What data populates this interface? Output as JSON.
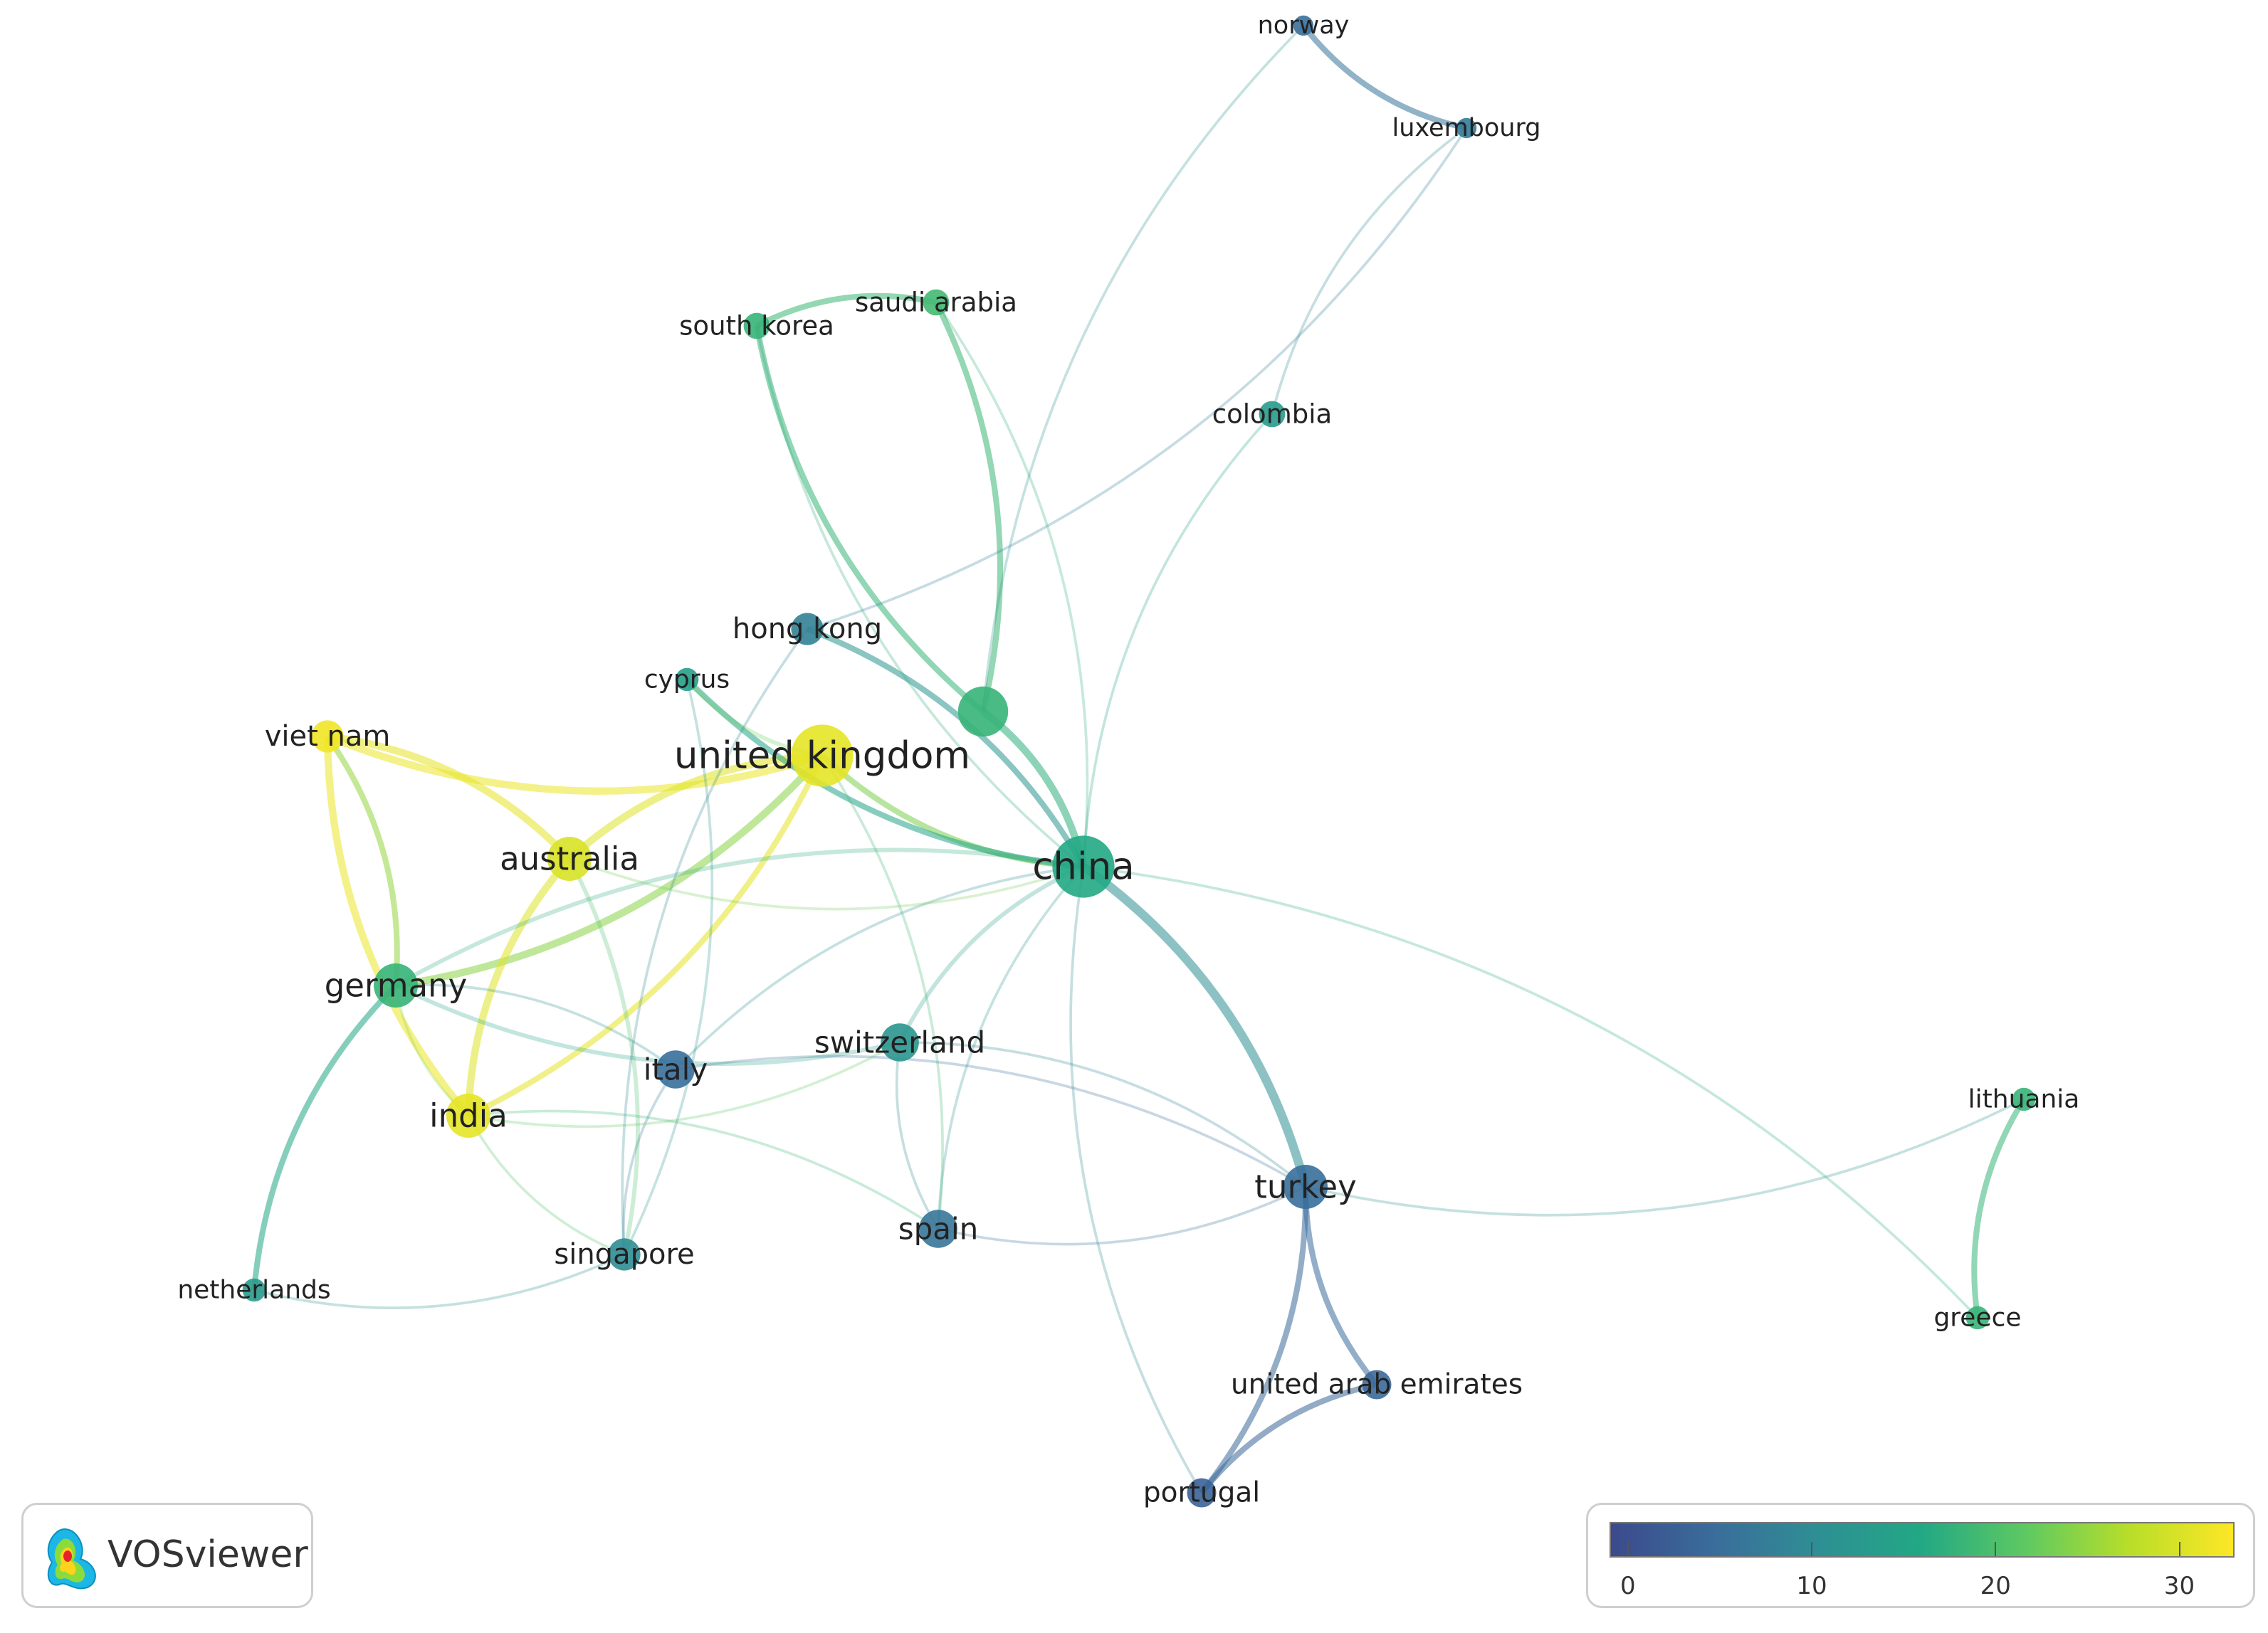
{
  "app": {
    "name": "VOSviewer"
  },
  "network": {
    "nodes": [
      {
        "id": "norway",
        "label": "norway",
        "value": 5,
        "weight": 1
      },
      {
        "id": "luxembourg",
        "label": "luxembourg",
        "value": 7,
        "weight": 1
      },
      {
        "id": "saudi_arabia",
        "label": "saudi arabia",
        "value": 19,
        "weight": 2
      },
      {
        "id": "south_korea",
        "label": "south korea",
        "value": 18,
        "weight": 2
      },
      {
        "id": "colombia",
        "label": "colombia",
        "value": 13,
        "weight": 2
      },
      {
        "id": "hong_kong",
        "label": "hong kong",
        "value": 8,
        "weight": 3
      },
      {
        "id": "cyprus",
        "label": "cyprus",
        "value": 14,
        "weight": 1.5
      },
      {
        "id": "unlabeled_green",
        "label": "",
        "value": 18,
        "weight": 6
      },
      {
        "id": "viet_nam",
        "label": "viet nam",
        "value": 32,
        "weight": 3
      },
      {
        "id": "united_kingdom",
        "label": "united kingdom",
        "value": 31,
        "weight": 8
      },
      {
        "id": "australia",
        "label": "australia",
        "value": 30,
        "weight": 5
      },
      {
        "id": "china",
        "label": "china",
        "value": 16,
        "weight": 8
      },
      {
        "id": "germany",
        "label": "germany",
        "value": 18,
        "weight": 5
      },
      {
        "id": "switzerland",
        "label": "switzerland",
        "value": 12,
        "weight": 4
      },
      {
        "id": "italy",
        "label": "italy",
        "value": 5,
        "weight": 4
      },
      {
        "id": "india",
        "label": "india",
        "value": 31,
        "weight": 5
      },
      {
        "id": "lithuania",
        "label": "lithuania",
        "value": 18,
        "weight": 1.5
      },
      {
        "id": "turkey",
        "label": "turkey",
        "value": 5,
        "weight": 5
      },
      {
        "id": "spain",
        "label": "spain",
        "value": 6,
        "weight": 4
      },
      {
        "id": "singapore",
        "label": "singapore",
        "value": 10,
        "weight": 3
      },
      {
        "id": "netherlands",
        "label": "netherlands",
        "value": 13,
        "weight": 1.5
      },
      {
        "id": "greece",
        "label": "greece",
        "value": 18,
        "weight": 1.5
      },
      {
        "id": "united_arab_emirates",
        "label": "united arab emirates",
        "value": 4,
        "weight": 2.5
      },
      {
        "id": "portugal",
        "label": "portugal",
        "value": 3,
        "weight": 2.5
      }
    ],
    "links": [
      {
        "source": "norway",
        "target": "luxembourg",
        "strength": 3
      },
      {
        "source": "south_korea",
        "target": "saudi_arabia",
        "strength": 3
      },
      {
        "source": "south_korea",
        "target": "unlabeled_green",
        "strength": 3
      },
      {
        "source": "saudi_arabia",
        "target": "unlabeled_green",
        "strength": 3
      },
      {
        "source": "viet_nam",
        "target": "united_kingdom",
        "strength": 4
      },
      {
        "source": "viet_nam",
        "target": "australia",
        "strength": 4
      },
      {
        "source": "viet_nam",
        "target": "india",
        "strength": 4
      },
      {
        "source": "viet_nam",
        "target": "germany",
        "strength": 3
      },
      {
        "source": "united_kingdom",
        "target": "australia",
        "strength": 4
      },
      {
        "source": "united_kingdom",
        "target": "germany",
        "strength": 4
      },
      {
        "source": "united_kingdom",
        "target": "china",
        "strength": 3
      },
      {
        "source": "united_kingdom",
        "target": "india",
        "strength": 3
      },
      {
        "source": "australia",
        "target": "india",
        "strength": 4
      },
      {
        "source": "australia",
        "target": "singapore",
        "strength": 2
      },
      {
        "source": "germany",
        "target": "netherlands",
        "strength": 3
      },
      {
        "source": "germany",
        "target": "china",
        "strength": 2
      },
      {
        "source": "germany",
        "target": "switzerland",
        "strength": 2
      },
      {
        "source": "china",
        "target": "turkey",
        "strength": 5
      },
      {
        "source": "china",
        "target": "unlabeled_green",
        "strength": 4
      },
      {
        "source": "china",
        "target": "cyprus",
        "strength": 3
      },
      {
        "source": "china",
        "target": "switzerland",
        "strength": 2
      },
      {
        "source": "china",
        "target": "colombia",
        "strength": 1
      },
      {
        "source": "china",
        "target": "spain",
        "strength": 1
      },
      {
        "source": "hong_kong",
        "target": "china",
        "strength": 3
      },
      {
        "source": "cyprus",
        "target": "united_kingdom",
        "strength": 2
      },
      {
        "source": "turkey",
        "target": "portugal",
        "strength": 3
      },
      {
        "source": "turkey",
        "target": "united_arab_emirates",
        "strength": 3
      },
      {
        "source": "turkey",
        "target": "spain",
        "strength": 1
      },
      {
        "source": "turkey",
        "target": "italy",
        "strength": 1
      },
      {
        "source": "portugal",
        "target": "united_arab_emirates",
        "strength": 3
      },
      {
        "source": "lithuania",
        "target": "greece",
        "strength": 3
      },
      {
        "source": "lithuania",
        "target": "turkey",
        "strength": 1
      },
      {
        "source": "greece",
        "target": "china",
        "strength": 1
      },
      {
        "source": "spain",
        "target": "switzerland",
        "strength": 1
      },
      {
        "source": "spain",
        "target": "india",
        "strength": 1
      },
      {
        "source": "italy",
        "target": "china",
        "strength": 1
      },
      {
        "source": "italy",
        "target": "singapore",
        "strength": 1
      },
      {
        "source": "singapore",
        "target": "netherlands",
        "strength": 1
      },
      {
        "source": "india",
        "target": "switzerland",
        "strength": 1
      },
      {
        "source": "colombia",
        "target": "luxembourg",
        "strength": 1
      },
      {
        "source": "norway",
        "target": "unlabeled_green",
        "strength": 1
      },
      {
        "source": "luxembourg",
        "target": "hong_kong",
        "strength": 1
      },
      {
        "source": "south_korea",
        "target": "china",
        "strength": 1
      },
      {
        "source": "saudi_arabia",
        "target": "china",
        "strength": 1
      },
      {
        "source": "hong_kong",
        "target": "singapore",
        "strength": 1
      },
      {
        "source": "switzerland",
        "target": "turkey",
        "strength": 1
      },
      {
        "source": "china",
        "target": "portugal",
        "strength": 1
      },
      {
        "source": "united_kingdom",
        "target": "spain",
        "strength": 1
      },
      {
        "source": "australia",
        "target": "china",
        "strength": 1
      },
      {
        "source": "germany",
        "target": "italy",
        "strength": 1
      },
      {
        "source": "india",
        "target": "singapore",
        "strength": 1
      },
      {
        "source": "cyprus",
        "target": "singapore",
        "strength": 1
      },
      {
        "source": "germany",
        "target": "india",
        "strength": 1
      }
    ]
  },
  "scale": {
    "min": -1,
    "max": 33,
    "ticks": [
      {
        "label": "0",
        "value": 0
      },
      {
        "label": "10",
        "value": 10
      },
      {
        "label": "20",
        "value": 20
      },
      {
        "label": "30",
        "value": 30
      }
    ],
    "colors": [
      "#3b4a8c",
      "#3a6d9b",
      "#2e8f93",
      "#22a884",
      "#5ec962",
      "#b8de29",
      "#fde725"
    ]
  }
}
